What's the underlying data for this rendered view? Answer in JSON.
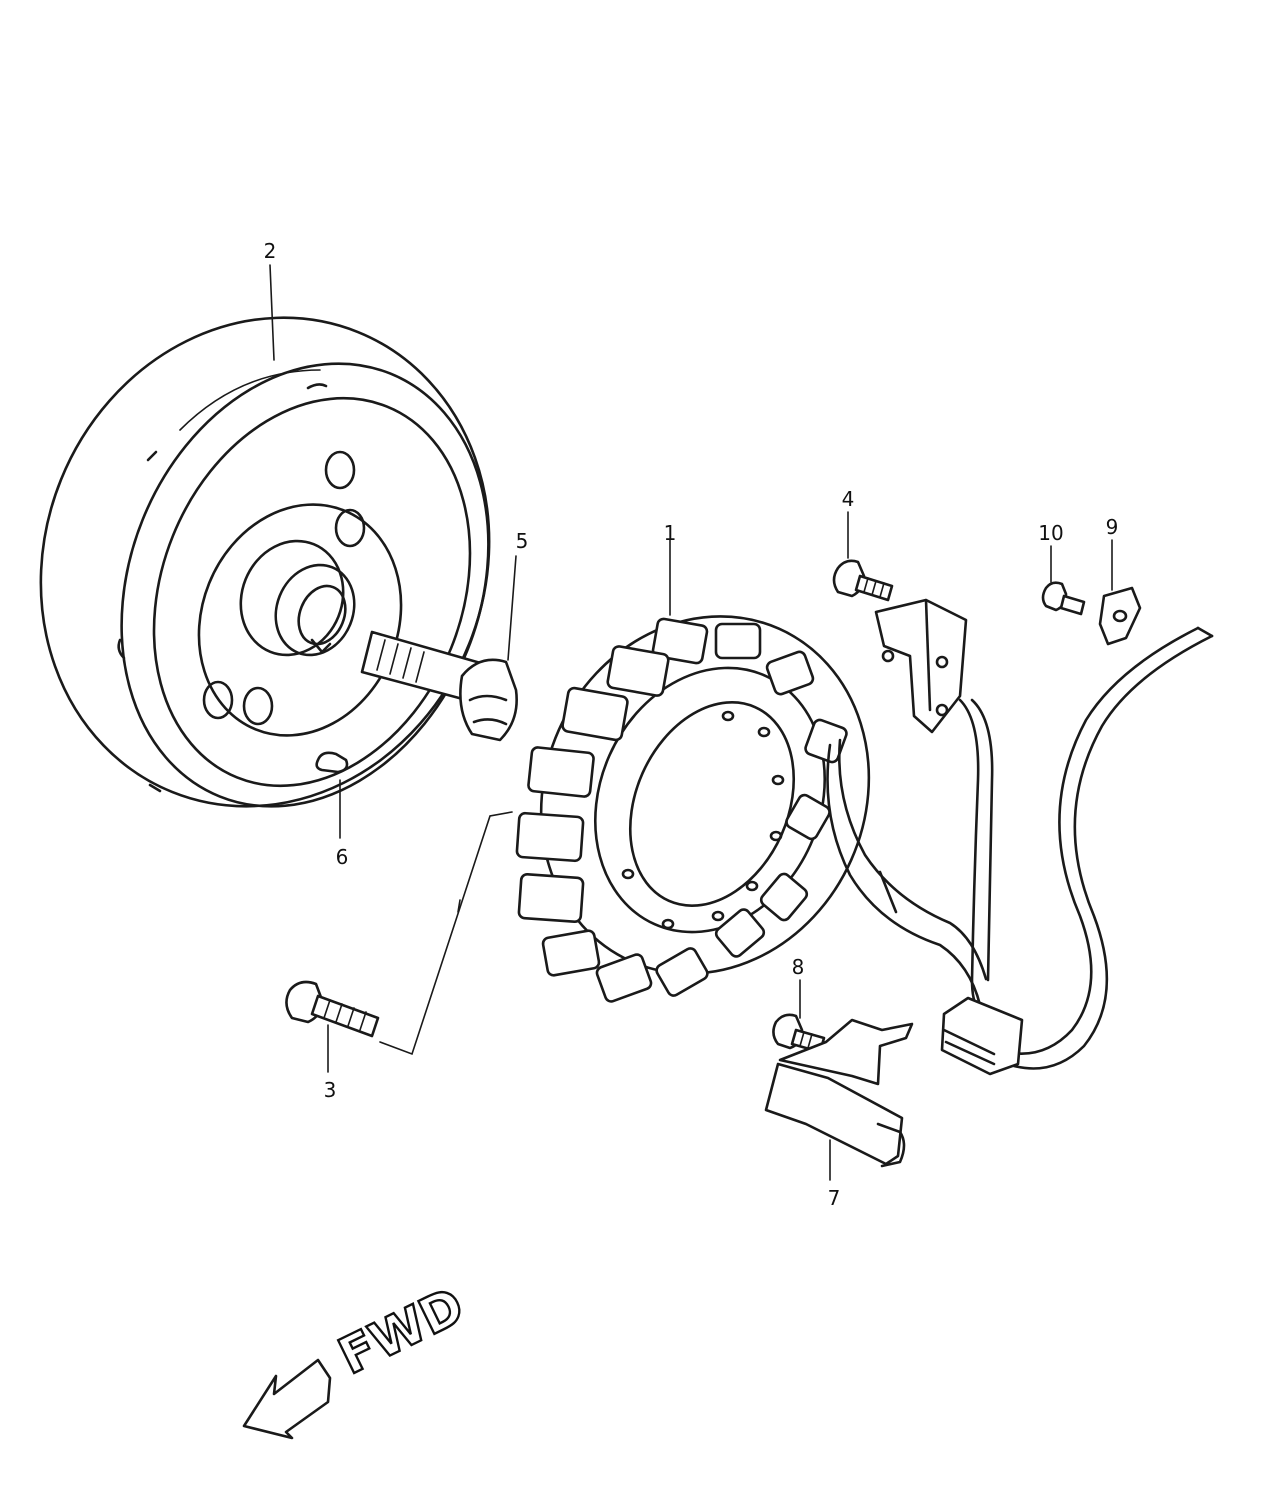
{
  "diagram": {
    "callouts": [
      {
        "id": "label-1",
        "text": "1"
      },
      {
        "id": "label-2",
        "text": "2"
      },
      {
        "id": "label-3",
        "text": "3"
      },
      {
        "id": "label-4",
        "text": "4"
      },
      {
        "id": "label-5",
        "text": "5"
      },
      {
        "id": "label-6",
        "text": "6"
      },
      {
        "id": "label-7",
        "text": "7"
      },
      {
        "id": "label-8",
        "text": "8"
      },
      {
        "id": "label-9",
        "text": "9"
      },
      {
        "id": "label-10",
        "text": "10"
      }
    ],
    "direction_label": "FWD"
  }
}
